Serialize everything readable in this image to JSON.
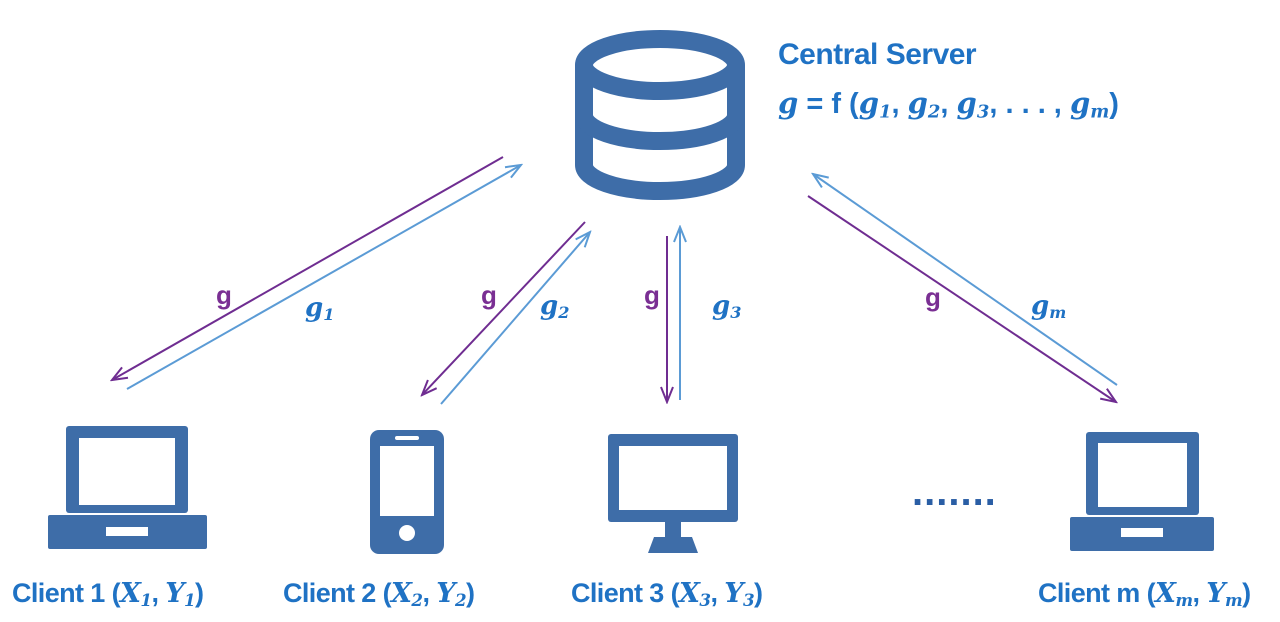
{
  "colors": {
    "icon": "#3e6da8",
    "text_blue": "#1f72c4",
    "arrow_purple": "#6f2d91",
    "arrow_blue": "#5b9bd5"
  },
  "server": {
    "icon": "database-icon",
    "title": "Central Server",
    "formula": {
      "lhs": "g",
      "eq": " = f (",
      "items": [
        {
          "base": "g",
          "sub": "1"
        },
        {
          "base": "g",
          "sub": "2"
        },
        {
          "base": "g",
          "sub": "3"
        }
      ],
      "ellipsis": ". . . ,",
      "last": {
        "base": "g",
        "sub": "m"
      },
      "close": ")"
    }
  },
  "arrows": [
    {
      "down_label": "g",
      "up_label": {
        "base": "g",
        "sub": "1"
      }
    },
    {
      "down_label": "g",
      "up_label": {
        "base": "g",
        "sub": "2"
      }
    },
    {
      "down_label": "g",
      "up_label": {
        "base": "g",
        "sub": "3"
      }
    },
    {
      "down_label": "g",
      "up_label": {
        "base": "g",
        "sub": "m"
      }
    }
  ],
  "clients": [
    {
      "icon": "laptop-icon",
      "name": "Client 1",
      "x": {
        "base": "X",
        "sub": "1"
      },
      "y": {
        "base": "Y",
        "sub": "1"
      }
    },
    {
      "icon": "smartphone-icon",
      "name": "Client 2",
      "x": {
        "base": "X",
        "sub": "2"
      },
      "y": {
        "base": "Y",
        "sub": "2"
      }
    },
    {
      "icon": "monitor-icon",
      "name": "Client 3",
      "x": {
        "base": "X",
        "sub": "3"
      },
      "y": {
        "base": "Y",
        "sub": "3"
      }
    },
    {
      "icon": "laptop-icon",
      "name": "Client m",
      "x": {
        "base": "X",
        "sub": "m"
      },
      "y": {
        "base": "Y",
        "sub": "m"
      }
    }
  ],
  "ellipsis": "......."
}
